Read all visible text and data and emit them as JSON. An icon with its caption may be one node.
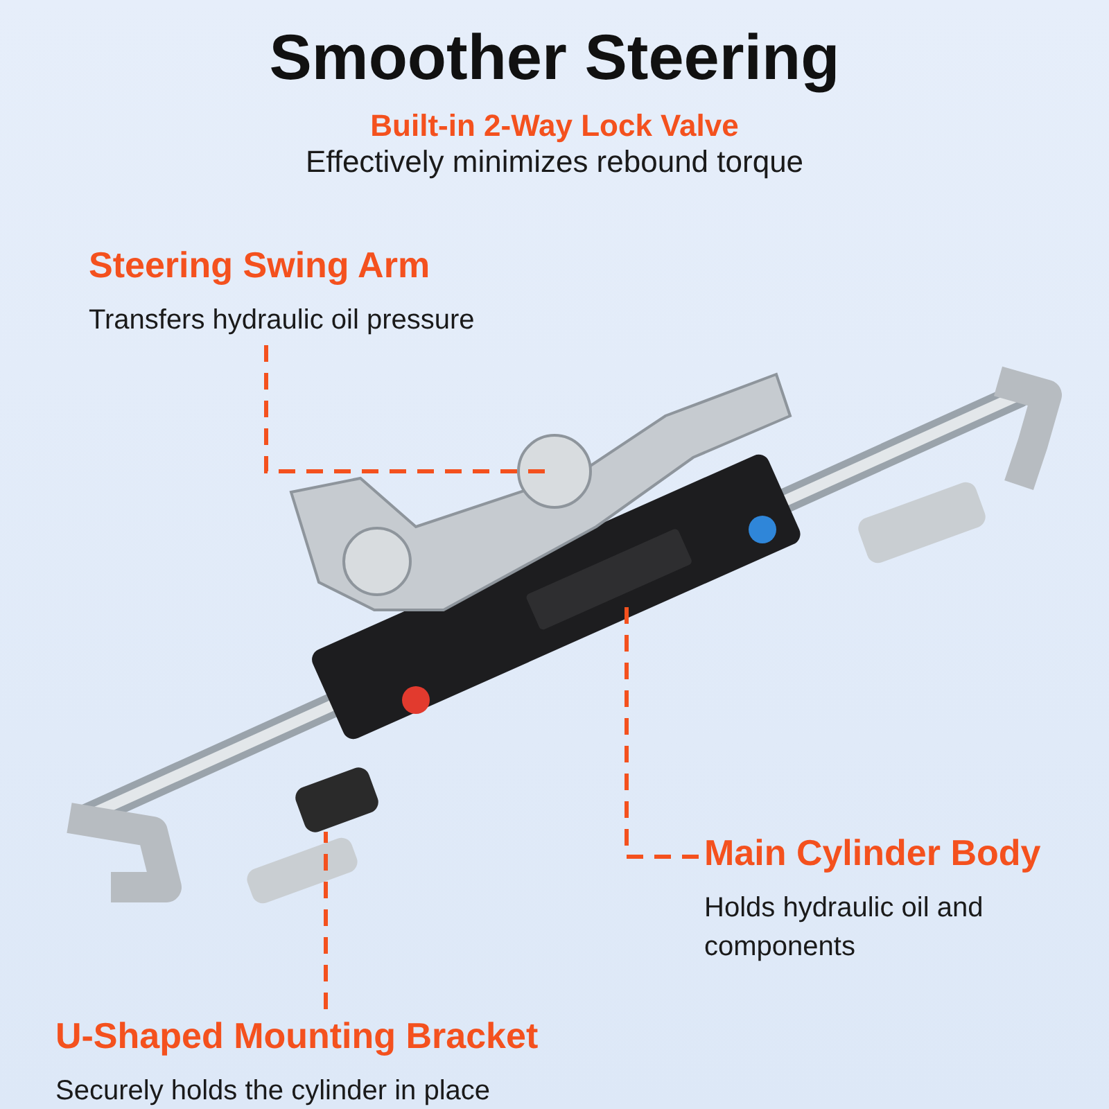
{
  "diagram": {
    "title": "Smoother Steering",
    "nodes": [
      {
        "text": [
          "Steering Swing Arm",
          "Transfers hydraulic oil pressure"
        ]
      },
      {
        "text": [
          "Main Cylinder Body",
          "Holds hydraulic oil and components"
        ]
      },
      {
        "text": [
          "U-Shaped Mounting Bracket",
          "Securely holds the cylinder in place"
        ]
      }
    ],
    "edges": [
      {
        "from": 0,
        "to": null,
        "arrow": "none",
        "style": "dashed"
      },
      {
        "from": 1,
        "to": null,
        "arrow": "none",
        "style": "dashed"
      },
      {
        "from": 2,
        "to": null,
        "arrow": "none",
        "style": "dashed"
      }
    ],
    "labels": [
      "Built-in 2-Way Lock Valve",
      "Effectively minimizes rebound torque"
    ]
  }
}
